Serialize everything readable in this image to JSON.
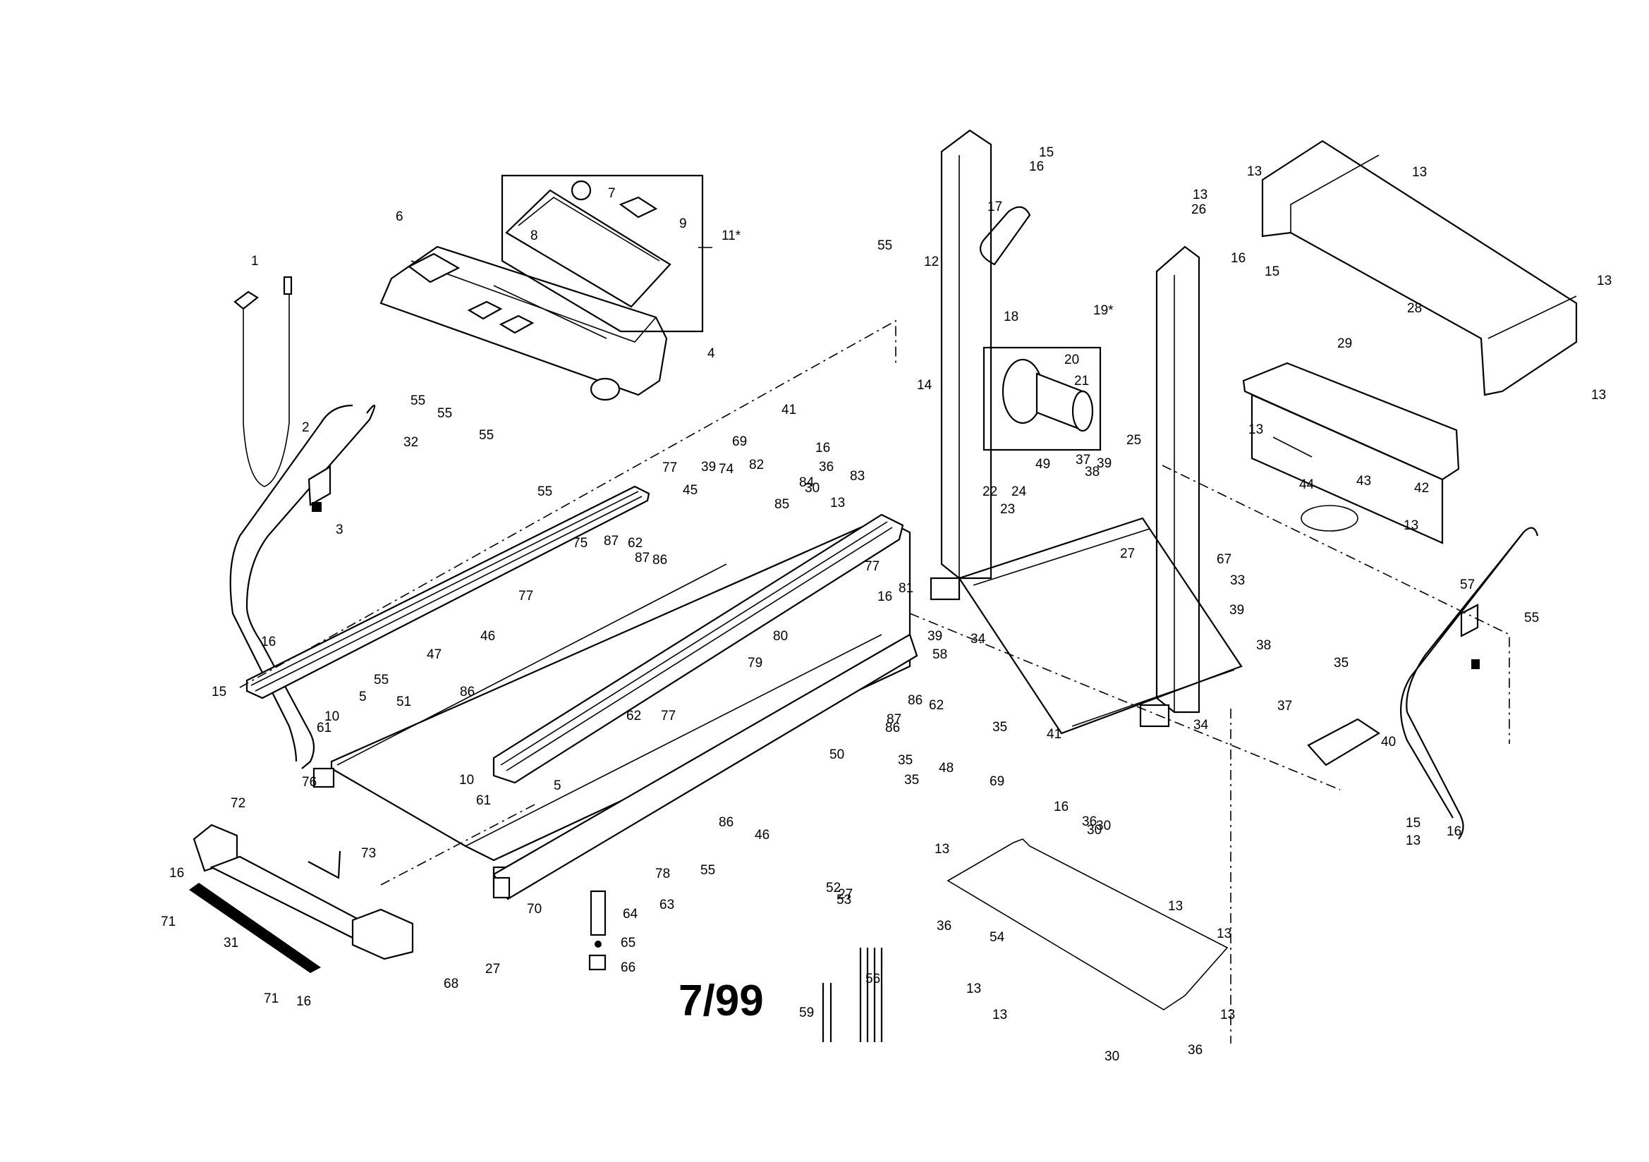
{
  "document": {
    "type": "exploded-parts-diagram",
    "subject": "treadmill",
    "revision_date": "7/99"
  },
  "callouts": [
    "1",
    "2",
    "3",
    "4",
    "5",
    "5",
    "6",
    "7",
    "8",
    "9",
    "10",
    "10",
    "11*",
    "12",
    "13",
    "13",
    "13",
    "13",
    "13",
    "13",
    "13",
    "13",
    "13",
    "13",
    "13",
    "13",
    "13",
    "13",
    "13",
    "14",
    "15",
    "15",
    "15",
    "15",
    "16",
    "16",
    "16",
    "16",
    "16",
    "16",
    "16",
    "16",
    "16",
    "17",
    "18",
    "19*",
    "20",
    "21",
    "22",
    "23",
    "24",
    "25",
    "26",
    "27",
    "27",
    "27",
    "28",
    "29",
    "30",
    "30",
    "30",
    "30",
    "31",
    "32",
    "33",
    "34",
    "34",
    "35",
    "35",
    "35",
    "35",
    "36",
    "36",
    "36",
    "36",
    "37",
    "37",
    "38",
    "38",
    "39",
    "39",
    "39",
    "39",
    "40",
    "41",
    "41",
    "42",
    "43",
    "44",
    "45",
    "46",
    "46",
    "47",
    "48",
    "49",
    "50",
    "51",
    "52",
    "53",
    "54",
    "55",
    "55",
    "55",
    "55",
    "55",
    "55",
    "55",
    "55",
    "56",
    "57",
    "58",
    "59",
    "61",
    "61",
    "62",
    "62",
    "62",
    "63",
    "64",
    "65",
    "66",
    "67",
    "68",
    "69",
    "69",
    "70",
    "71",
    "71",
    "72",
    "73",
    "74",
    "75",
    "76",
    "77",
    "77",
    "77",
    "77",
    "78",
    "79",
    "80",
    "81",
    "82",
    "83",
    "84",
    "85",
    "86",
    "86",
    "86",
    "86",
    "86",
    "87",
    "87",
    "87"
  ],
  "boxes": {
    "console_overlay_label": "11*",
    "motor_assembly_label": "19*"
  }
}
